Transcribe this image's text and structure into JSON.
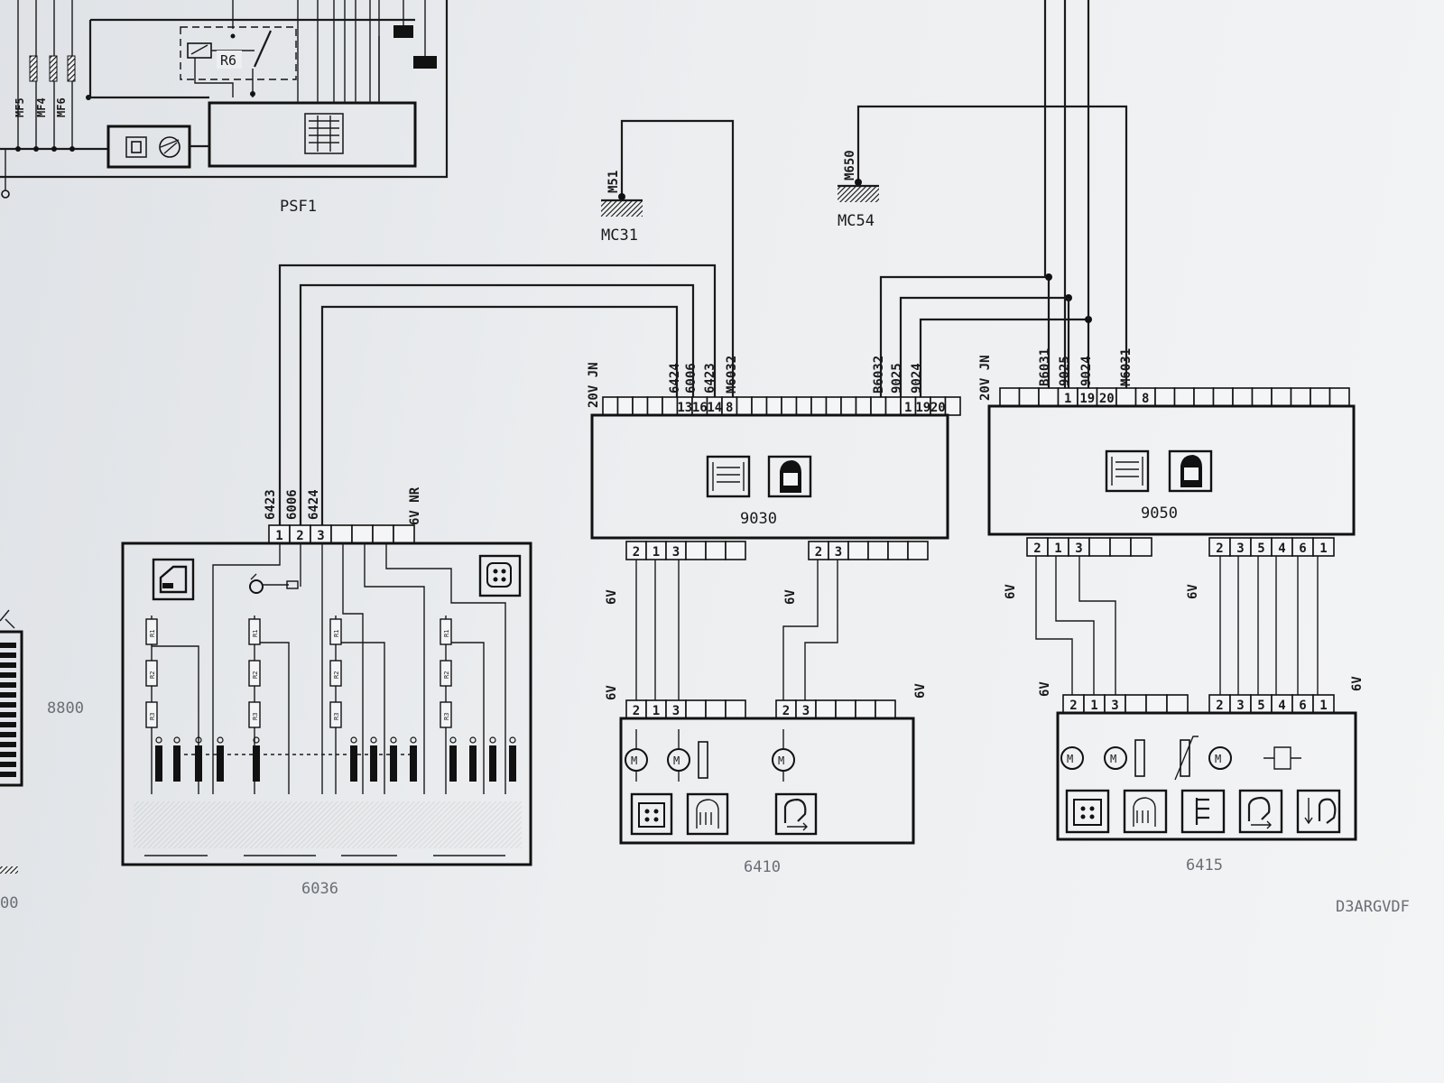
{
  "top_block": {
    "fuse_labels": [
      "MF5",
      "MF4",
      "MF6"
    ],
    "relay_label": "R6",
    "box_label": "PSF1"
  },
  "grounds": [
    {
      "wire": "M51",
      "point": "MC31"
    },
    {
      "wire": "M650",
      "point": "MC54"
    }
  ],
  "left_edge_label": "8800",
  "module_6036": {
    "id": "6036",
    "pins": [
      "1",
      "2",
      "3",
      "",
      "",
      "",
      ""
    ],
    "wires": [
      "6423",
      "6006",
      "6424"
    ],
    "connector_note": "6V NR",
    "resistor_labels": [
      "R1",
      "R2",
      "R3",
      "R1",
      "R2",
      "R3",
      "R1",
      "R2",
      "R3",
      "R1",
      "R2",
      "R3"
    ]
  },
  "module_9030": {
    "id": "9030",
    "connector_note": "20V JN",
    "top_pins": [
      "",
      "",
      "",
      "",
      "",
      "13",
      "16",
      "14",
      "8",
      "",
      "",
      "",
      "",
      "",
      "",
      "",
      "",
      "",
      "",
      "",
      "1",
      "19",
      "20",
      ""
    ],
    "wires_left": [
      "6424",
      "6006",
      "6423",
      "M6032"
    ],
    "wires_right": [
      "B6032",
      "9025",
      "9024"
    ],
    "bottom_left_pins": [
      "2",
      "1",
      "3",
      "",
      "",
      ""
    ],
    "bottom_right_pins": [
      "2",
      "3",
      "",
      "",
      "",
      ""
    ],
    "bottom_left_note": "6V",
    "bottom_right_note": "6V"
  },
  "module_9050": {
    "id": "9050",
    "connector_note": "20V JN",
    "top_pins": [
      "",
      "",
      "",
      "1",
      "19",
      "20",
      "",
      "8",
      "",
      "",
      "",
      "",
      "",
      "",
      "",
      "",
      "",
      ""
    ],
    "wires": [
      "B6031",
      "9025",
      "9024",
      "M6031"
    ],
    "bottom_left_pins": [
      "2",
      "1",
      "3",
      "",
      "",
      ""
    ],
    "bottom_right_pins": [
      "2",
      "3",
      "5",
      "4",
      "6",
      "1"
    ],
    "bottom_left_note": "6V",
    "bottom_right_note": "6V"
  },
  "module_6410": {
    "id": "6410",
    "pins_left": [
      "2",
      "1",
      "3",
      "",
      "",
      ""
    ],
    "pins_right": [
      "2",
      "3",
      "",
      "",
      "",
      ""
    ],
    "note_left": "6V",
    "note_right": "6V"
  },
  "module_6415": {
    "id": "6415",
    "pins_left": [
      "2",
      "1",
      "3",
      "",
      "",
      ""
    ],
    "pins_right": [
      "2",
      "3",
      "5",
      "4",
      "6",
      "1"
    ],
    "note_left": "6V",
    "note_right": "6V"
  },
  "drawing_code": "D3ARGVDF"
}
